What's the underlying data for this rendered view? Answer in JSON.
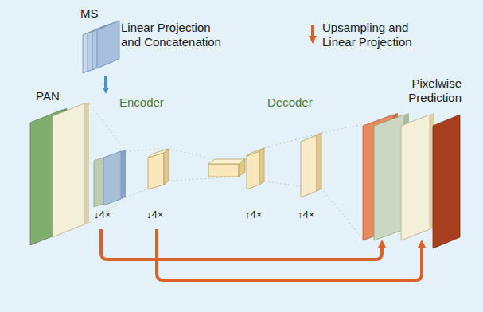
{
  "diagram": {
    "labels": [
      "MS",
      "PAN",
      "Encoder",
      "Decoder",
      "Pixelwise Prediction",
      "↓4×",
      "↓4×",
      "↑4×",
      "↑4×"
    ],
    "legend": [
      {
        "text": "Linear Projection and Concatenation"
      },
      {
        "text": "Upsampling and Linear Projection"
      }
    ]
  }
}
